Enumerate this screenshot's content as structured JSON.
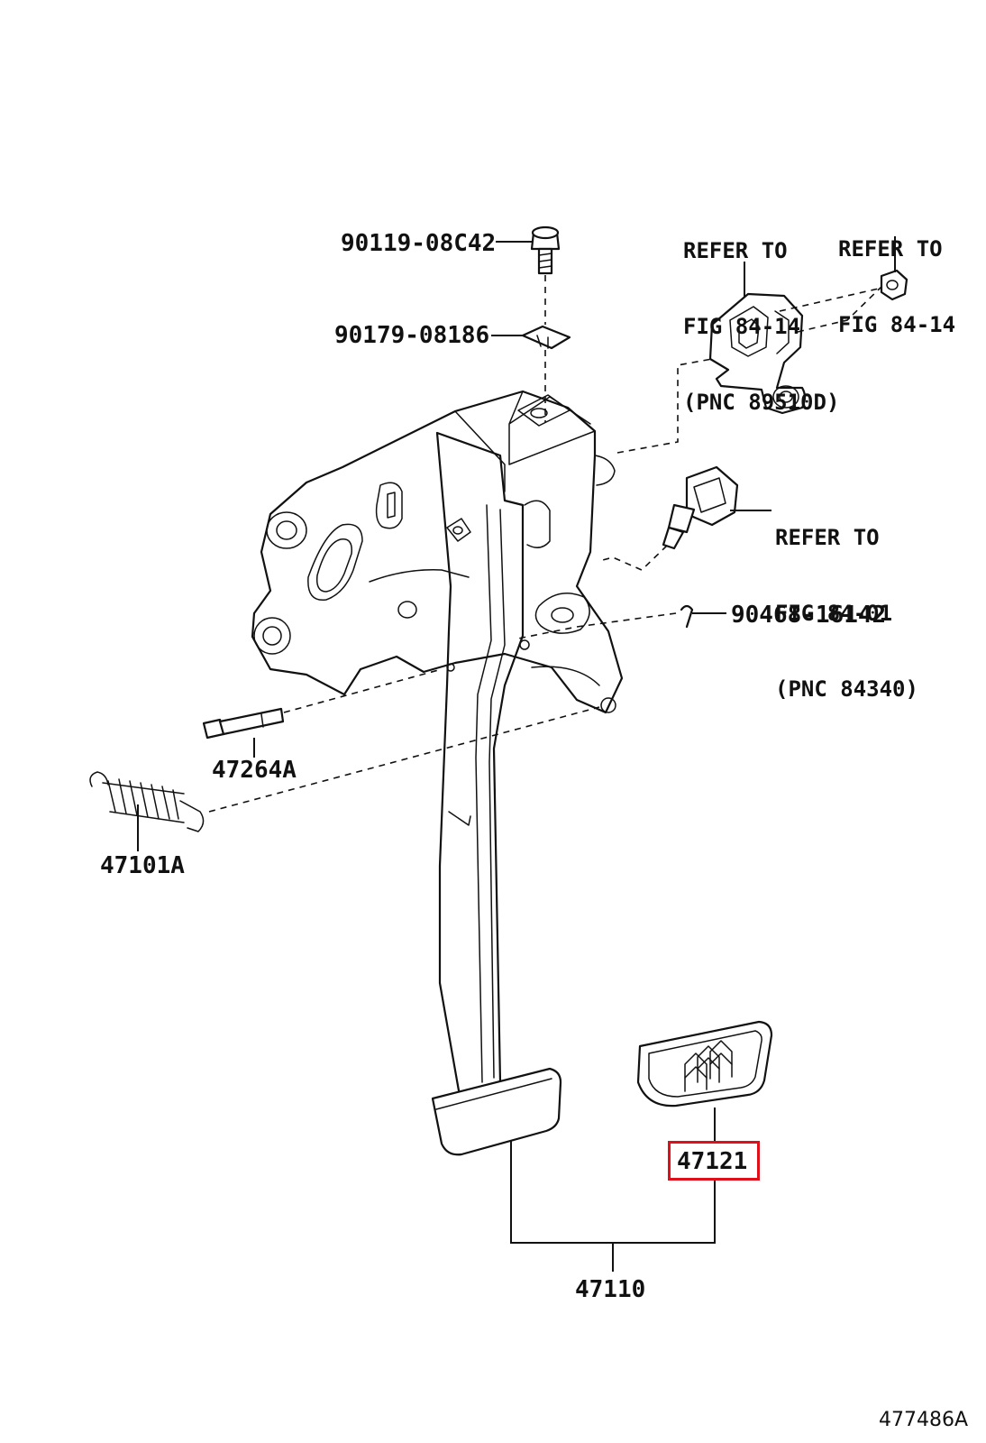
{
  "parts": {
    "bolt": "90119-08C42",
    "clip": "90179-08186",
    "pin": "90468-16142",
    "shaft": "47264A",
    "spring": "47101A",
    "pad": "47121",
    "pedal_assy": "47110"
  },
  "references": {
    "sensor_left": [
      "REFER TO",
      "FIG 84-14",
      "(PNC 89510D)"
    ],
    "sensor_right": [
      "REFER TO",
      "FIG 84-14"
    ],
    "switch": [
      "REFER TO",
      "FIG 84-01",
      "(PNC 84340)"
    ]
  },
  "figure_id": "477486A",
  "highlight": {
    "part": "47121",
    "color": "#e0101a"
  }
}
